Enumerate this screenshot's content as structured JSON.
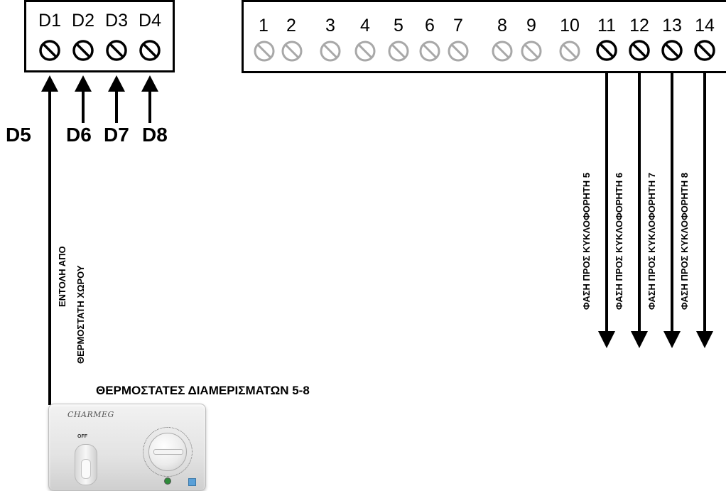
{
  "left_block": {
    "terminals": [
      "D1",
      "D2",
      "D3",
      "D4"
    ],
    "inputs": [
      "D5",
      "D6",
      "D7",
      "D8"
    ]
  },
  "right_block": {
    "terminals": [
      "1",
      "2",
      "3",
      "4",
      "5",
      "6",
      "7",
      "8",
      "9",
      "10",
      "11",
      "12",
      "13",
      "14"
    ],
    "active_terminals": [
      "11",
      "12",
      "13",
      "14"
    ]
  },
  "outputs": [
    "ΦΑΣΗ ΠΡΟΣ ΚΥΚΛΟΦΟΡΗΤΗ 5",
    "ΦΑΣΗ ΠΡΟΣ ΚΥΚΛΟΦΟΡΗΤΗ 6",
    "ΦΑΣΗ ΠΡΟΣ ΚΥΚΛΟΦΟΡΗΤΗ 7",
    "ΦΑΣΗ ΠΡΟΣ ΚΥΚΛΟΦΟΡΗΤΗ 8"
  ],
  "command": {
    "line1": "ΕΝΤΟΛΗ ΑΠΟ",
    "line2": "ΘΕΡΜΟΣΤΑΤΗ ΧΩΡΟΥ"
  },
  "thermostat": {
    "title": "ΘΕΡΜΟΣΤΑΤΕΣ ΔΙΑΜΕΡΙΣΜΑΤΩΝ 5-8",
    "brand": "CHARMEG",
    "switch_label": "OFF"
  }
}
